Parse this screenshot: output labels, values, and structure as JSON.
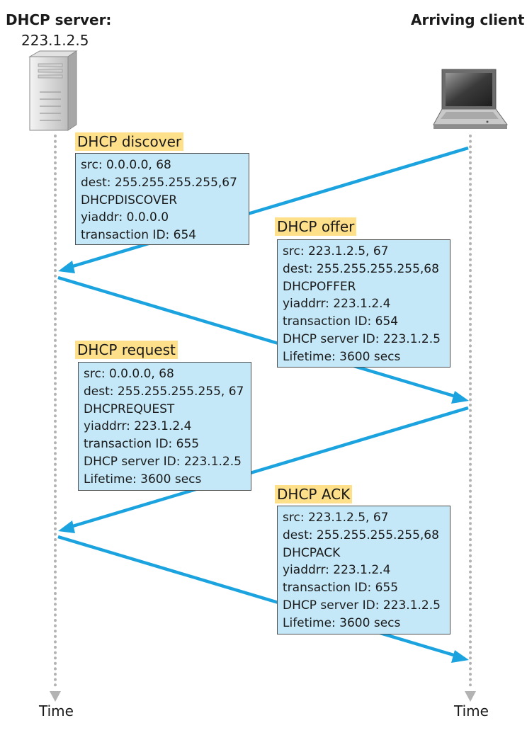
{
  "server": {
    "label": "DHCP server:",
    "address": "223.1.2.5"
  },
  "client": {
    "label": "Arriving client"
  },
  "time_label": "Time",
  "messages": [
    {
      "tag": "DHCP discover",
      "lines": [
        "src: 0.0.0.0, 68",
        "dest: 255.255.255.255,67",
        "DHCPDISCOVER",
        "yiaddr: 0.0.0.0",
        "transaction ID: 654"
      ]
    },
    {
      "tag": "DHCP offer",
      "lines": [
        "src: 223.1.2.5, 67",
        "dest: 255.255.255.255,68",
        "DHCPOFFER",
        "yiaddrr: 223.1.2.4",
        "transaction ID: 654",
        "DHCP server ID: 223.1.2.5",
        "Lifetime: 3600 secs"
      ]
    },
    {
      "tag": "DHCP request",
      "lines": [
        "src: 0.0.0.0, 68",
        "dest: 255.255.255.255, 67",
        "DHCPREQUEST",
        "yiaddrr: 223.1.2.4",
        "transaction ID: 655",
        "DHCP server ID: 223.1.2.5",
        "Lifetime: 3600 secs"
      ]
    },
    {
      "tag": "DHCP ACK",
      "lines": [
        "src: 223.1.2.5, 67",
        "dest: 255.255.255.255,68",
        "DHCPACK",
        "yiaddrr: 223.1.2.4",
        "transaction ID: 655",
        "DHCP server ID: 223.1.2.5",
        "Lifetime: 3600 secs"
      ]
    }
  ],
  "colors": {
    "arrow": "#1aa3de",
    "box_fill": "#c4e8f8",
    "tag_fill": "#ffe08a",
    "timeline": "#b3b3b3"
  },
  "icons": {
    "server": "server-tower-icon",
    "client": "laptop-icon"
  }
}
